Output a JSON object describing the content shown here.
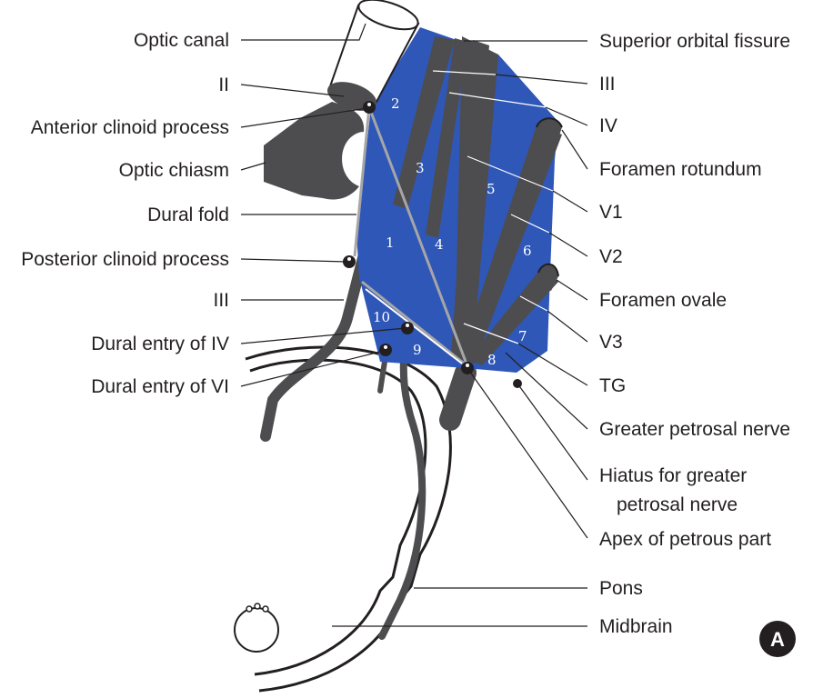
{
  "panel_badge": "A",
  "colors": {
    "blue": "#2f57b7",
    "nerve": "#4d4d4f",
    "line": "#231f20",
    "fold": "#a6a6a6"
  },
  "labels": {
    "optic_canal": "Optic canal",
    "cn2": "II",
    "anterior_clinoid": "Anterior clinoid process",
    "optic_chiasm": "Optic chiasm",
    "dural_fold": "Dural fold",
    "posterior_clinoid": "Posterior clinoid process",
    "cn3_left": "III",
    "dural_entry_iv": "Dural entry of IV",
    "dural_entry_vi": "Dural entry of VI",
    "superior_orbital_fissure": "Superior orbital fissure",
    "cn3_right": "III",
    "cn4": "IV",
    "foramen_rotundum": "Foramen rotundum",
    "v1": "V1",
    "v2": "V2",
    "foramen_ovale": "Foramen ovale",
    "v3": "V3",
    "tg": "TG",
    "greater_petrosal_nerve": "Greater petrosal nerve",
    "hiatus_line1": "Hiatus for greater",
    "hiatus_line2": "petrosal nerve",
    "apex_petrous": "Apex of petrous part",
    "pons": "Pons",
    "midbrain": "Midbrain"
  },
  "triangle_numbers": [
    "1",
    "2",
    "3",
    "4",
    "5",
    "6",
    "7",
    "8",
    "9",
    "10"
  ]
}
